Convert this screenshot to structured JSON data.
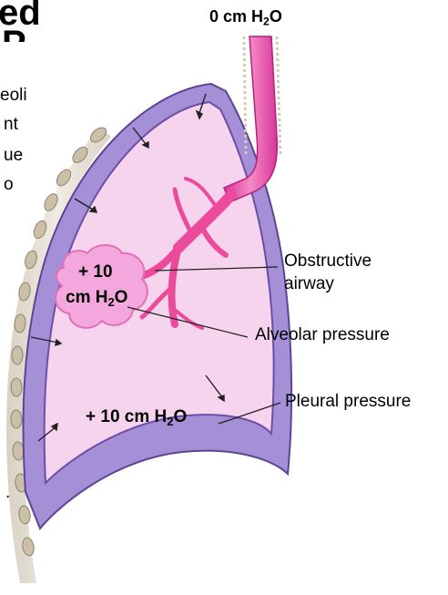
{
  "cutoff_text": {
    "heading_line1": "ed",
    "heading_line2": "P",
    "body_lines": [
      "eoli",
      "nt",
      "ue",
      "o"
    ],
    "period": "."
  },
  "labels": {
    "top_pressure": {
      "prefix": "0 cm H",
      "sub": "2",
      "suffix": "O"
    },
    "alveolar_value_line1": "+ 10",
    "alveolar_value_line2": {
      "prefix": "cm H",
      "sub": "2",
      "suffix": "O"
    },
    "obstructive_line1": "Obstructive",
    "obstructive_line2": "airway",
    "alveolar_pressure": "Alveolar pressure",
    "pleural_value": {
      "prefix": "+ 10 cm H",
      "sub": "2",
      "suffix": "O"
    },
    "pleural_pressure": "Pleural pressure"
  },
  "colors": {
    "lung_fill": "#f7d4ee",
    "pleura_purple": "#a58fd6",
    "pleura_dark": "#6a4ea8",
    "airway_pink": "#ec4a9a",
    "chest_wall": "#cfc3ad",
    "alveolus": "#f4a7dc"
  }
}
